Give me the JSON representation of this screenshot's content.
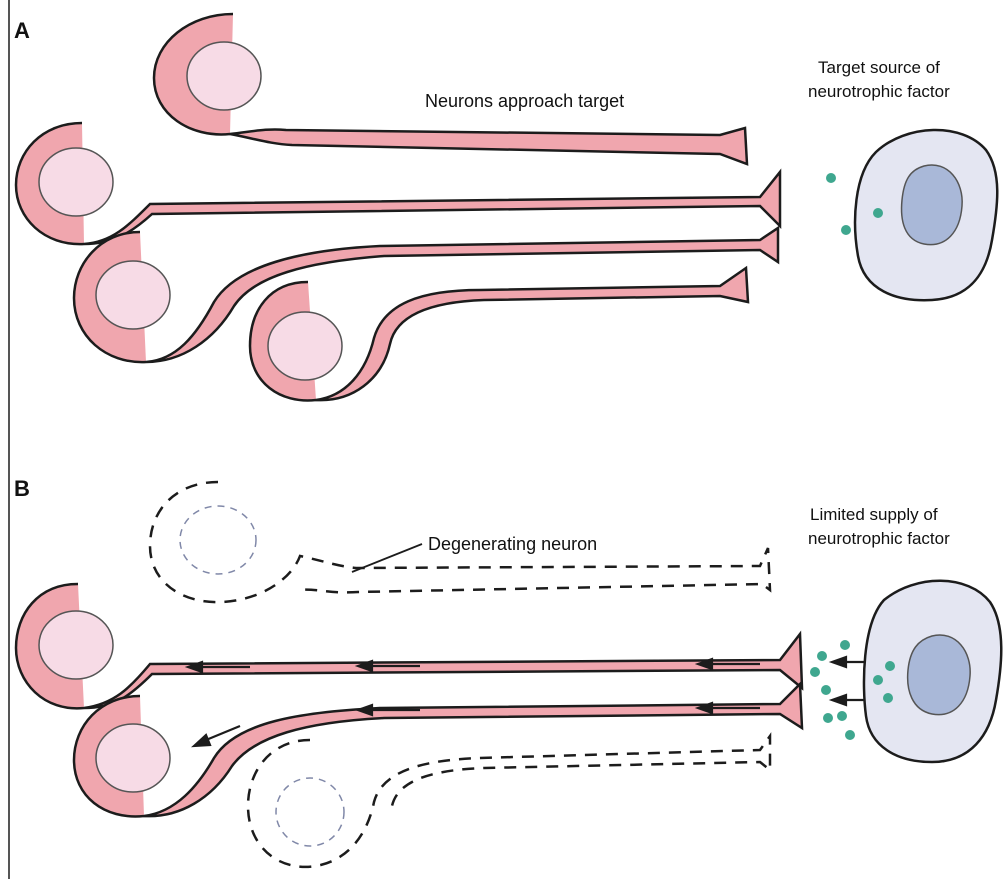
{
  "panels": {
    "a": {
      "letter": "A",
      "caption": "Neurons approach target"
    },
    "b": {
      "letter": "B",
      "caption": "Degenerating neuron"
    }
  },
  "target": {
    "a_label_line1": "Target source of",
    "a_label_line2": "neurotrophic factor",
    "b_label_line1": "Limited supply of",
    "b_label_line2": "neurotrophic factor"
  },
  "colors": {
    "neuron_fill": "#f0a6ae",
    "nucleus_fill": "#f7dbe6",
    "target_cell_fill": "#e4e6f2",
    "target_nucleus_fill": "#a9b8d8",
    "factor_dots": "#3fa78f",
    "outline": "#1c1c1c"
  }
}
